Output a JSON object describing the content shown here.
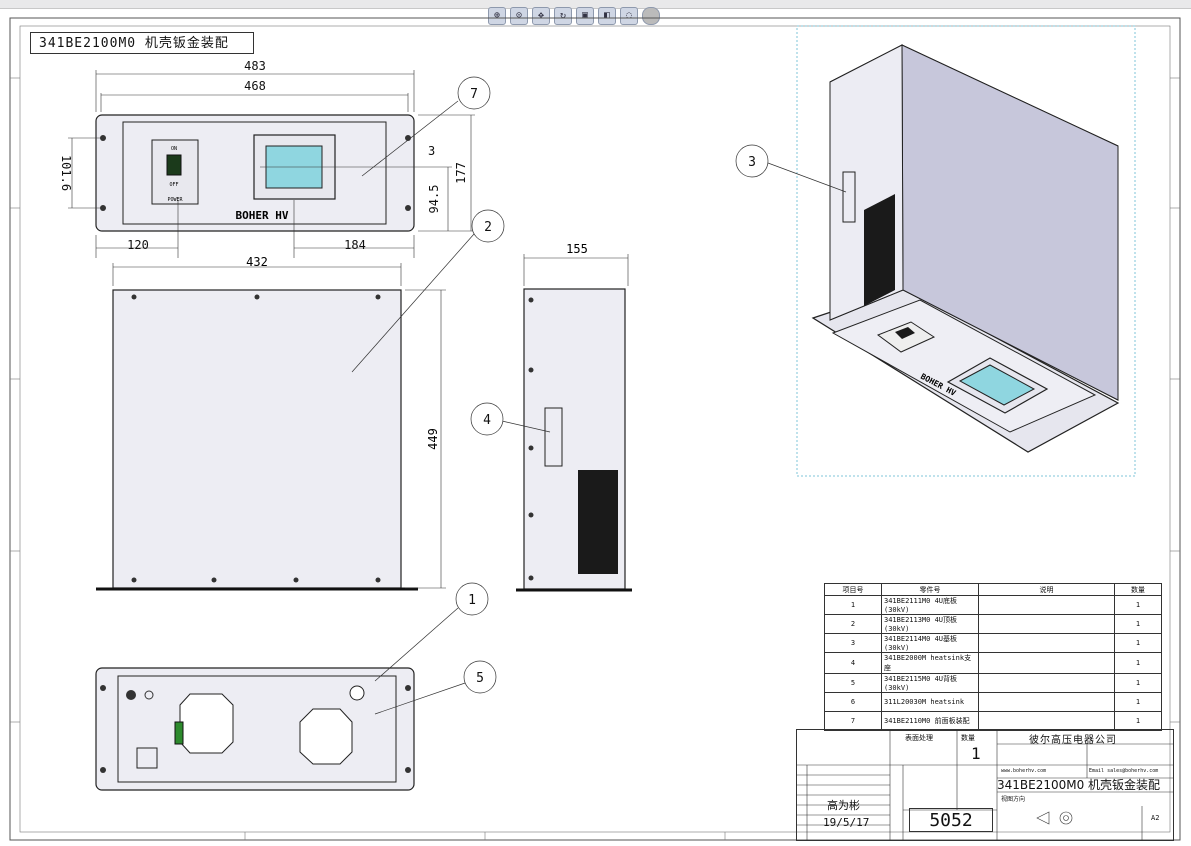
{
  "drawing_title": "341BE2100M0 机壳钣金装配",
  "dimensions": {
    "front_width_outer": "483",
    "front_width_inner": "468",
    "front_height_holes": "101.6",
    "front_offset_right": "3",
    "front_height_panel": "94.5",
    "front_height_total": "177",
    "switch_offset": "120",
    "window_offset": "184",
    "top_width": "432",
    "top_depth": "449",
    "side_depth": "155"
  },
  "balloons": [
    "7",
    "2",
    "3",
    "4",
    "1",
    "5"
  ],
  "front_panel": {
    "brand": "BOHER HV",
    "switch_on": "ON",
    "switch_off": "OFF",
    "switch_label": "POWER"
  },
  "bom": {
    "headers": [
      "项目号",
      "零件号",
      "说明",
      "数量"
    ],
    "rows": [
      {
        "no": "1",
        "part": "341BE2111M0 4U底板(30kV)",
        "desc": "",
        "qty": "1"
      },
      {
        "no": "2",
        "part": "341BE2113M0 4U顶板(30kV)",
        "desc": "",
        "qty": "1"
      },
      {
        "no": "3",
        "part": "341BE2114M0 4U基板(30kV)",
        "desc": "",
        "qty": "1"
      },
      {
        "no": "4",
        "part": "341BE2000M heatsink支座",
        "desc": "",
        "qty": "1"
      },
      {
        "no": "5",
        "part": "341BE2115M0 4U背板(30kV)",
        "desc": "",
        "qty": "1"
      },
      {
        "no": "6",
        "part": "311L20030M heatsink",
        "desc": "",
        "qty": "1"
      },
      {
        "no": "7",
        "part": "341BE2110M0 前面板装配",
        "desc": "",
        "qty": "1"
      }
    ]
  },
  "title_block": {
    "company": "彼尔高压电器公司",
    "material_label": "表面处理",
    "scale_label": "数量",
    "quantity": "1",
    "web": "www.boherhv.com",
    "email_label": "Email",
    "email": "sales@boherhv.com",
    "drawing_name": "341BE2100M0 机壳钣金装配",
    "drawer": "高为彬",
    "date": "19/5/17",
    "drawing_no": "5052",
    "size": "A2",
    "view_label": "视图方向"
  }
}
